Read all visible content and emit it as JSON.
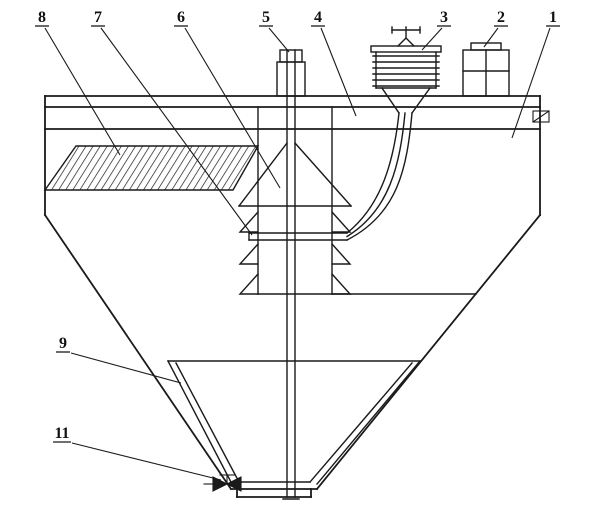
{
  "diagram": {
    "type": "technical-drawing",
    "description_visible_text_only": true,
    "background": "#ffffff",
    "line_color": "#1a1a1a",
    "labels": {
      "part1": "1",
      "part2": "2",
      "part3": "3",
      "part4": "4",
      "part5": "5",
      "part6": "6",
      "part7": "7",
      "part8": "8",
      "part9": "9",
      "part11": "11"
    }
  }
}
